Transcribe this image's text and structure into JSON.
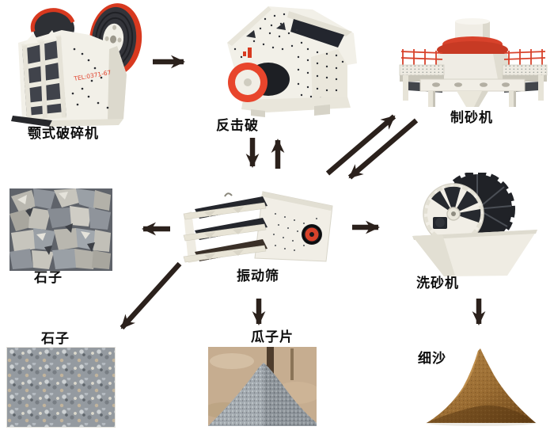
{
  "diagram": {
    "type": "process-flowchart",
    "subject": "sand and stone crushing production line"
  },
  "nodes": {
    "jaw_crusher": {
      "label": "颚式破碎机",
      "body_text": "TEL:0371-67"
    },
    "impact_crusher": {
      "label": "反击破"
    },
    "sand_maker": {
      "label": "制砂机"
    },
    "stone_mid": {
      "label": "石子"
    },
    "vibrating_screen": {
      "label": "振动筛"
    },
    "sand_washer": {
      "label": "洗砂机"
    },
    "stone_bottom": {
      "label": "石子"
    },
    "melon_seed_chip": {
      "label": "瓜子片"
    },
    "fine_sand": {
      "label": "细沙"
    }
  },
  "edges": [
    {
      "from": "颚式破碎机",
      "to": "反击破",
      "direction": "right"
    },
    {
      "from": "反击破",
      "to": "振动筛",
      "direction": "down"
    },
    {
      "from": "振动筛",
      "to": "反击破",
      "direction": "up"
    },
    {
      "from": "振动筛",
      "to": "制砂机",
      "direction": "up-right"
    },
    {
      "from": "制砂机",
      "to": "振动筛",
      "direction": "down-left"
    },
    {
      "from": "振动筛",
      "to": "石子",
      "direction": "left"
    },
    {
      "from": "振动筛",
      "to": "洗砂机",
      "direction": "right"
    },
    {
      "from": "振动筛",
      "to": "石子",
      "direction": "down-left"
    },
    {
      "from": "振动筛",
      "to": "瓜子片",
      "direction": "down"
    },
    {
      "from": "洗砂机",
      "to": "细沙",
      "direction": "down"
    }
  ],
  "colors": {
    "background": "#ffffff",
    "arrow": "#2b211c",
    "label_text": "#0d0d0d",
    "machine_red": "#d8422b",
    "machine_body": "#f2efe7",
    "dark_metal": "#24262c",
    "sand_brown": "#9a6c32"
  }
}
